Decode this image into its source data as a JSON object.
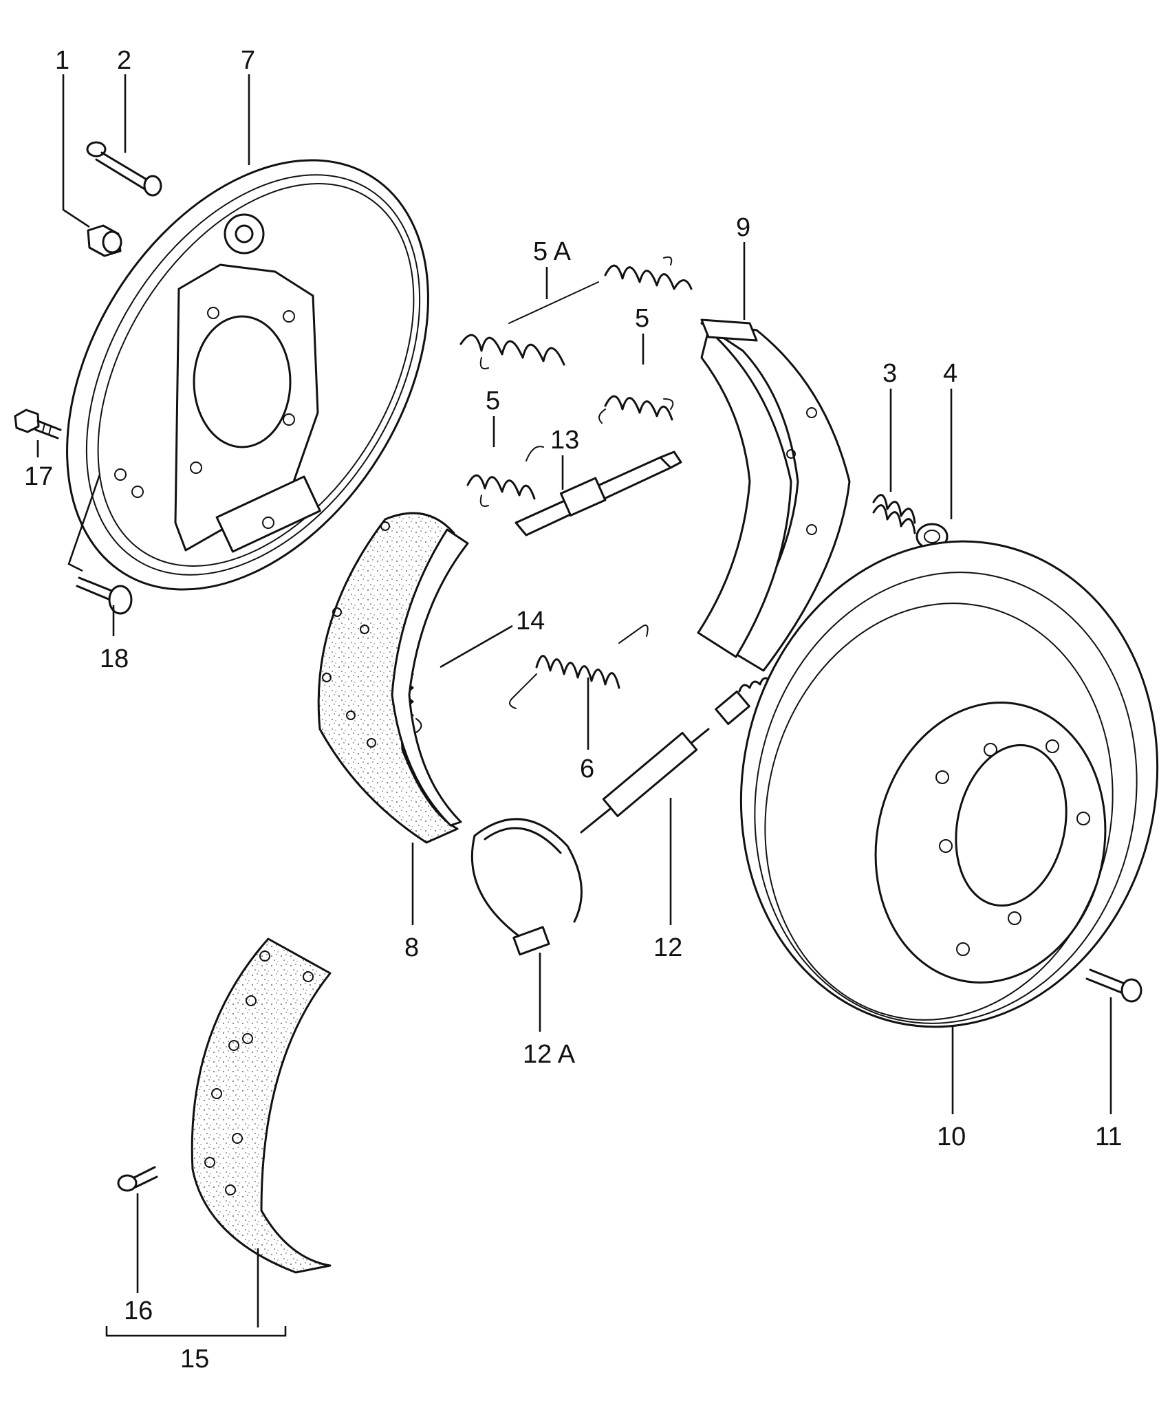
{
  "callouts": [
    {
      "id": "c1",
      "label": "1"
    },
    {
      "id": "c2",
      "label": "2"
    },
    {
      "id": "c7",
      "label": "7"
    },
    {
      "id": "c5a",
      "label": "5 A"
    },
    {
      "id": "c9",
      "label": "9"
    },
    {
      "id": "c5b",
      "label": "5"
    },
    {
      "id": "c5c",
      "label": "5"
    },
    {
      "id": "c13",
      "label": "13"
    },
    {
      "id": "c3",
      "label": "3"
    },
    {
      "id": "c4",
      "label": "4"
    },
    {
      "id": "c17",
      "label": "17"
    },
    {
      "id": "c18",
      "label": "18"
    },
    {
      "id": "c14",
      "label": "14"
    },
    {
      "id": "c6",
      "label": "6"
    },
    {
      "id": "c8",
      "label": "8"
    },
    {
      "id": "c12",
      "label": "12"
    },
    {
      "id": "c12a",
      "label": "12 A"
    },
    {
      "id": "c10",
      "label": "10"
    },
    {
      "id": "c11",
      "label": "11"
    },
    {
      "id": "c16",
      "label": "16"
    },
    {
      "id": "c15",
      "label": "15"
    }
  ]
}
